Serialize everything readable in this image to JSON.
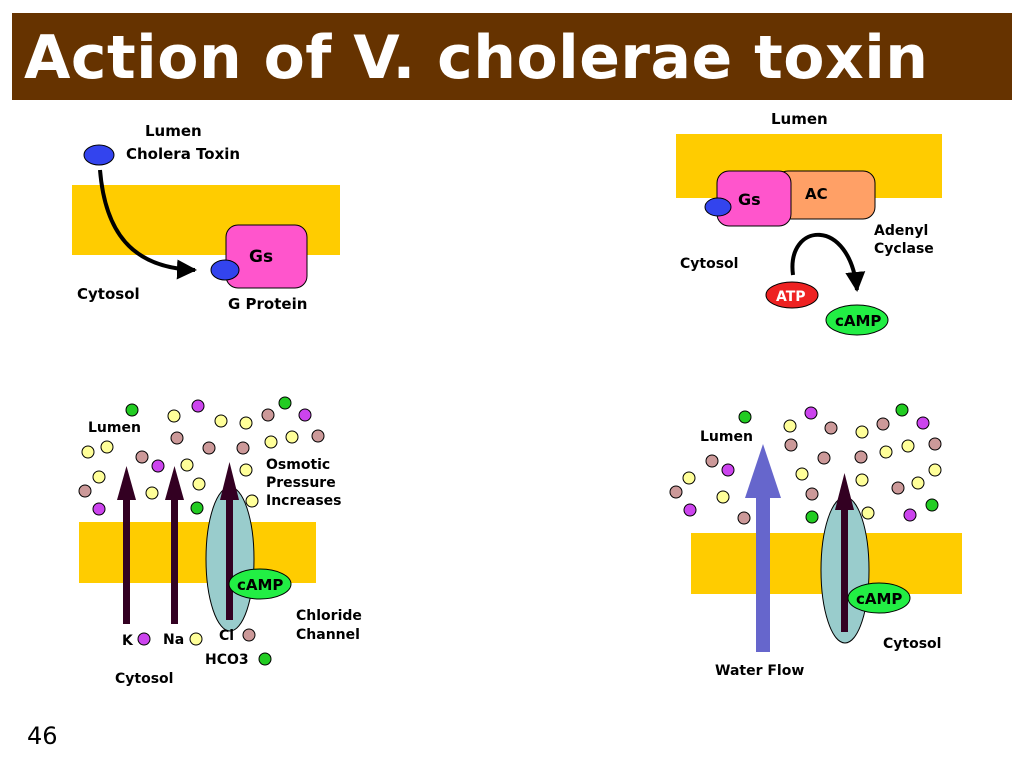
{
  "slide": {
    "title": "Action of V. cholerae toxin",
    "page_number": "46",
    "colors": {
      "title_bar": "#663300",
      "membrane": "#FFCC00",
      "gs_protein": "#FF55CC",
      "adenyl_cyclase": "#FFA066",
      "toxin": "#3344EE",
      "atp": "#EE2222",
      "camp": "#22EE44",
      "channel": "#99CCCC",
      "water_arrow": "#6666CC",
      "ion_arrow": "#330022",
      "ion_k": "#CC44EE",
      "ion_na": "#FFFF99",
      "ion_cl": "#CC9999",
      "ion_hco3": "#22CC22"
    }
  },
  "panel1": {
    "lumen": "Lumen",
    "toxin": "Cholera Toxin",
    "gs": "Gs",
    "cytosol": "Cytosol",
    "g_protein": "G Protein"
  },
  "panel2": {
    "lumen": "Lumen",
    "gs": "Gs",
    "ac": "AC",
    "adenyl": "Adenyl",
    "cyclase": "Cyclase",
    "cytosol": "Cytosol",
    "atp": "ATP",
    "camp": "cAMP"
  },
  "panel3": {
    "lumen": "Lumen",
    "osmotic": "Osmotic",
    "pressure": "Pressure",
    "increases": "Increases",
    "camp": "cAMP",
    "chloride": "Chloride",
    "channel": "Channel",
    "k": "K",
    "na": "Na",
    "cl": "Cl",
    "hco3": "HCO3",
    "cytosol": "Cytosol"
  },
  "panel4": {
    "lumen": "Lumen",
    "camp": "cAMP",
    "cytosol": "Cytosol",
    "water_flow": "Water Flow"
  }
}
